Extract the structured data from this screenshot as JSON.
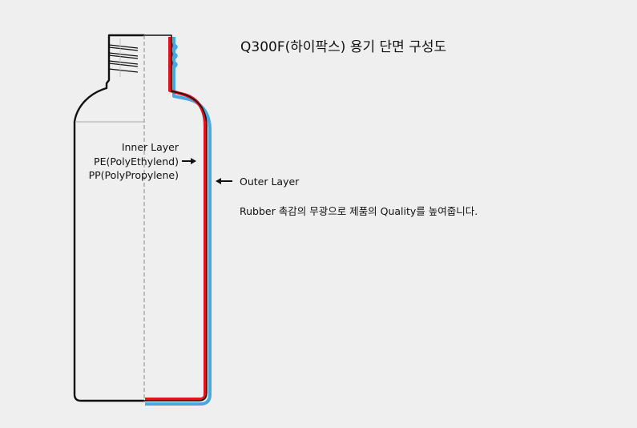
{
  "title": "Q300F(하이팍스) 용기 단면 구성도",
  "inner_layer": {
    "line1": "Inner Layer",
    "line2": "PE(PolyEthylend)",
    "line3": "PP(PolyPropylene)"
  },
  "outer_layer": {
    "label": "Outer Layer",
    "description": "Rubber 촉감의 무광으로 제품의 Quality를 높여줍니다."
  },
  "colors": {
    "background": "#efefef",
    "inner_layer_line": "#e0141e",
    "outer_layer_line": "#4aa8e0",
    "bottle_outline": "#111111",
    "center_line": "#999999"
  }
}
